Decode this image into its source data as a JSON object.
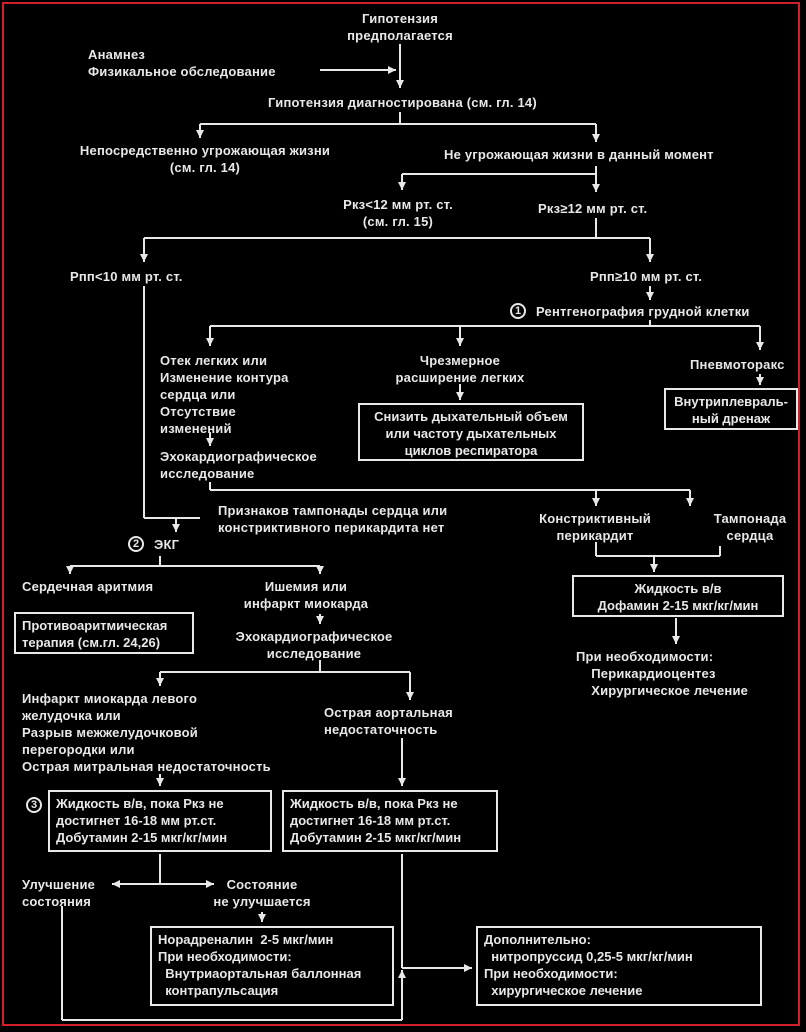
{
  "nodes": {
    "hyp_suspected": "Гипотензия\nпредполагается",
    "anamnesis": "Анамнез\nФизикальное обследование",
    "hyp_diagnosed": "Гипотензия диагностирована (см. гл. 14)",
    "life_threat": "Непосредственно угрожающая жизни\n(см. гл. 14)",
    "no_threat": "Не угрожающая жизни в данный момент",
    "pkz_low": "Pкз<12 мм рт. ст.\n(см. гл. 15)",
    "pkz_high": "Pкз≥12 мм рт. ст.",
    "ppp_low": "Pпп<10 мм рт. ст.",
    "ppp_high": "Pпп≥10 мм рт. ст.",
    "xray": "Рентгенография грудной клетки",
    "edema": "Отек легких или\nИзменение контура\nсердца или\nОтсутствие\nизменений",
    "overinflation": "Чрезмерное\nрасширение легких",
    "pneumothorax": "Пневмоторакс",
    "reduce_volume": "Снизить дыхательный объем\nили частоту дыхательных\nциклов респиратора",
    "pleural_drain": "Внутриплевраль-\nный дренаж",
    "echo1": "Эхокардиографическое\nисследование",
    "no_tamponade": "Признаков тампонады сердца или\nконстриктивного перикардита нет",
    "constrictive": "Констриктивный\nперикардит",
    "tamponade": "Тампонада\nсердца",
    "fluid_dopamine": "Жидкость в/в\nДофамин 2-15 мкг/кг/мин",
    "if_needed_peri": "При необходимости:\n    Перикардиоцентез\n    Хирургическое лечение",
    "ecg": "ЭКГ",
    "arrhythmia": "Сердечная аритмия",
    "ischemia": "Ишемия или\nинфаркт миокарда",
    "antiarrhythmic": "Противоаритмическая\nтерапия (см.гл. 24,26)",
    "echo2": "Эхокардиографическое\nисследование",
    "lv_infarct": "Инфаркт миокарда левого\nжелудочка или\nРазрыв межжелудочковой\nперегородки или\nОстрая митральная недостаточность",
    "aortic": "Острая аортальная\nнедостаточность",
    "fluid_dobutamine_1": "Жидкость в/в, пока Pкз не\nдостигнет 16-18 мм рт.ст.\nДобутамин 2-15 мкг/кг/мин",
    "fluid_dobutamine_2": "Жидкость в/в, пока Pкз не\nдостигнет 16-18 мм рт.ст.\nДобутамин 2-15 мкг/кг/мин",
    "improved": "Улучшение\nсостояния",
    "not_improved": "Состояние\nне улучшается",
    "norepinephrine": "Норадреналин  2-5 мкг/мин\nПри необходимости:\n  Внутриаортальная баллонная\n  контрапульсация",
    "additional": "Дополнительно:\n  нитропруссид 0,25-5 мкг/кг/мин\nПри необходимости:\n  хирургическое лечение"
  },
  "markers": {
    "m1": "1",
    "m2": "2",
    "m3": "3"
  },
  "colors": {
    "background": "#000000",
    "foreground": "#e8e8e8",
    "frame": "#d0202a"
  }
}
